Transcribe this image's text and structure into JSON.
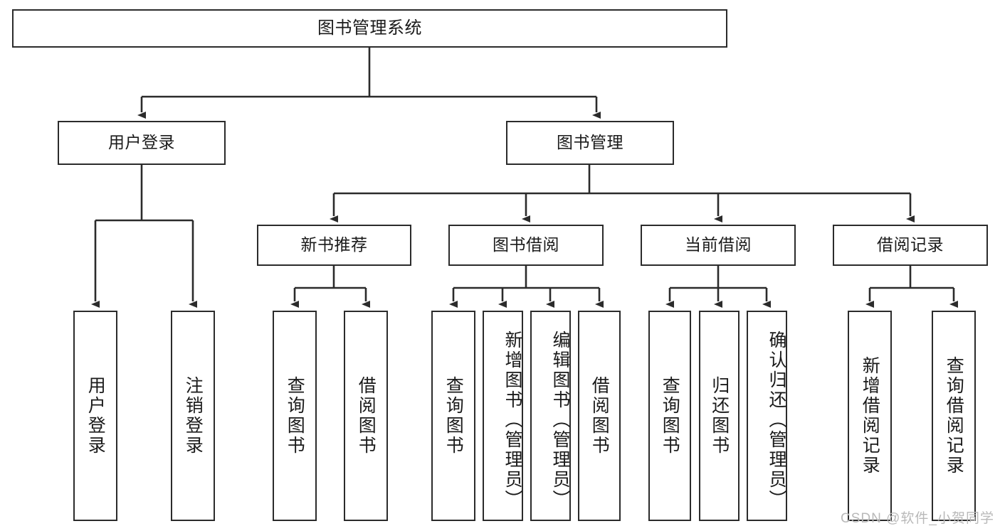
{
  "diagram": {
    "title": "图书管理系统",
    "type": "tree",
    "stroke_color": "#2b2b2b",
    "fill_color": "#ffffff",
    "text_color": "#1a1a1a",
    "levels": {
      "root": {
        "label": "图书管理系统"
      },
      "level2": [
        {
          "label": "用户登录"
        },
        {
          "label": "图书管理"
        }
      ],
      "level3": [
        {
          "label": "新书推荐"
        },
        {
          "label": "图书借阅"
        },
        {
          "label": "当前借阅"
        },
        {
          "label": "借阅记录"
        }
      ],
      "leaves": [
        {
          "label": "用户登录",
          "parent": "用户登录"
        },
        {
          "label": "注销登录",
          "parent": "用户登录"
        },
        {
          "label": "查询图书",
          "parent": "新书推荐"
        },
        {
          "label": "借阅图书",
          "parent": "新书推荐"
        },
        {
          "label": "查询图书",
          "parent": "图书借阅"
        },
        {
          "label": "新增图书（管理员）",
          "parent": "图书借阅"
        },
        {
          "label": "编辑图书（管理员）",
          "parent": "图书借阅"
        },
        {
          "label": "借阅图书",
          "parent": "图书借阅"
        },
        {
          "label": "查询图书",
          "parent": "当前借阅"
        },
        {
          "label": "归还图书",
          "parent": "当前借阅"
        },
        {
          "label": "确认归还（管理员）",
          "parent": "当前借阅"
        },
        {
          "label": "新增借阅记录",
          "parent": "借阅记录"
        },
        {
          "label": "查询借阅记录",
          "parent": "借阅记录"
        }
      ]
    }
  },
  "watermark": {
    "text": "CSDN @软件_小贺同学"
  }
}
